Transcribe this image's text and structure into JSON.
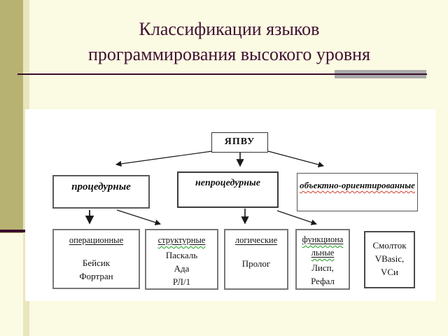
{
  "slide": {
    "title_line1": "Классификации языков",
    "title_line2": "программирования высокого уровня"
  },
  "diagram": {
    "root": {
      "label": "ЯПВУ"
    },
    "level2": [
      {
        "id": "procedural",
        "label": "процедурные"
      },
      {
        "id": "nonprocedural",
        "label": "непроцедурные"
      },
      {
        "id": "object-oriented",
        "label": "объектно-ориентированные"
      }
    ],
    "level3": [
      {
        "id": "operational",
        "title": "операционные",
        "items": [
          "Бейсик",
          "Фортран"
        ]
      },
      {
        "id": "structural",
        "title": "структурные",
        "items": [
          "Паскаль",
          "Ада",
          "РЛ/1"
        ]
      },
      {
        "id": "logical",
        "title": "логические",
        "items": [
          "Пролог"
        ]
      },
      {
        "id": "functional",
        "title": "функциональные",
        "items": [
          "Лисп,",
          "Рефал"
        ]
      },
      {
        "id": "oop-languages",
        "items": [
          "Смолток",
          "VBasic,",
          "VCи"
        ]
      }
    ]
  },
  "colors": {
    "background": "#FBFAE2",
    "band": "#B7B272",
    "band-light": "#E9E6BE",
    "accent": "#3A0D2C",
    "title": "#3F1133",
    "gray-bar": "#A9A9A9",
    "panel": "#FFFFFF",
    "box-border": "#787878",
    "text": "#111111",
    "squiggle-red": "#D23B2F",
    "squiggle-green": "#1A9C1A",
    "arrow": "#1A1A1A"
  }
}
